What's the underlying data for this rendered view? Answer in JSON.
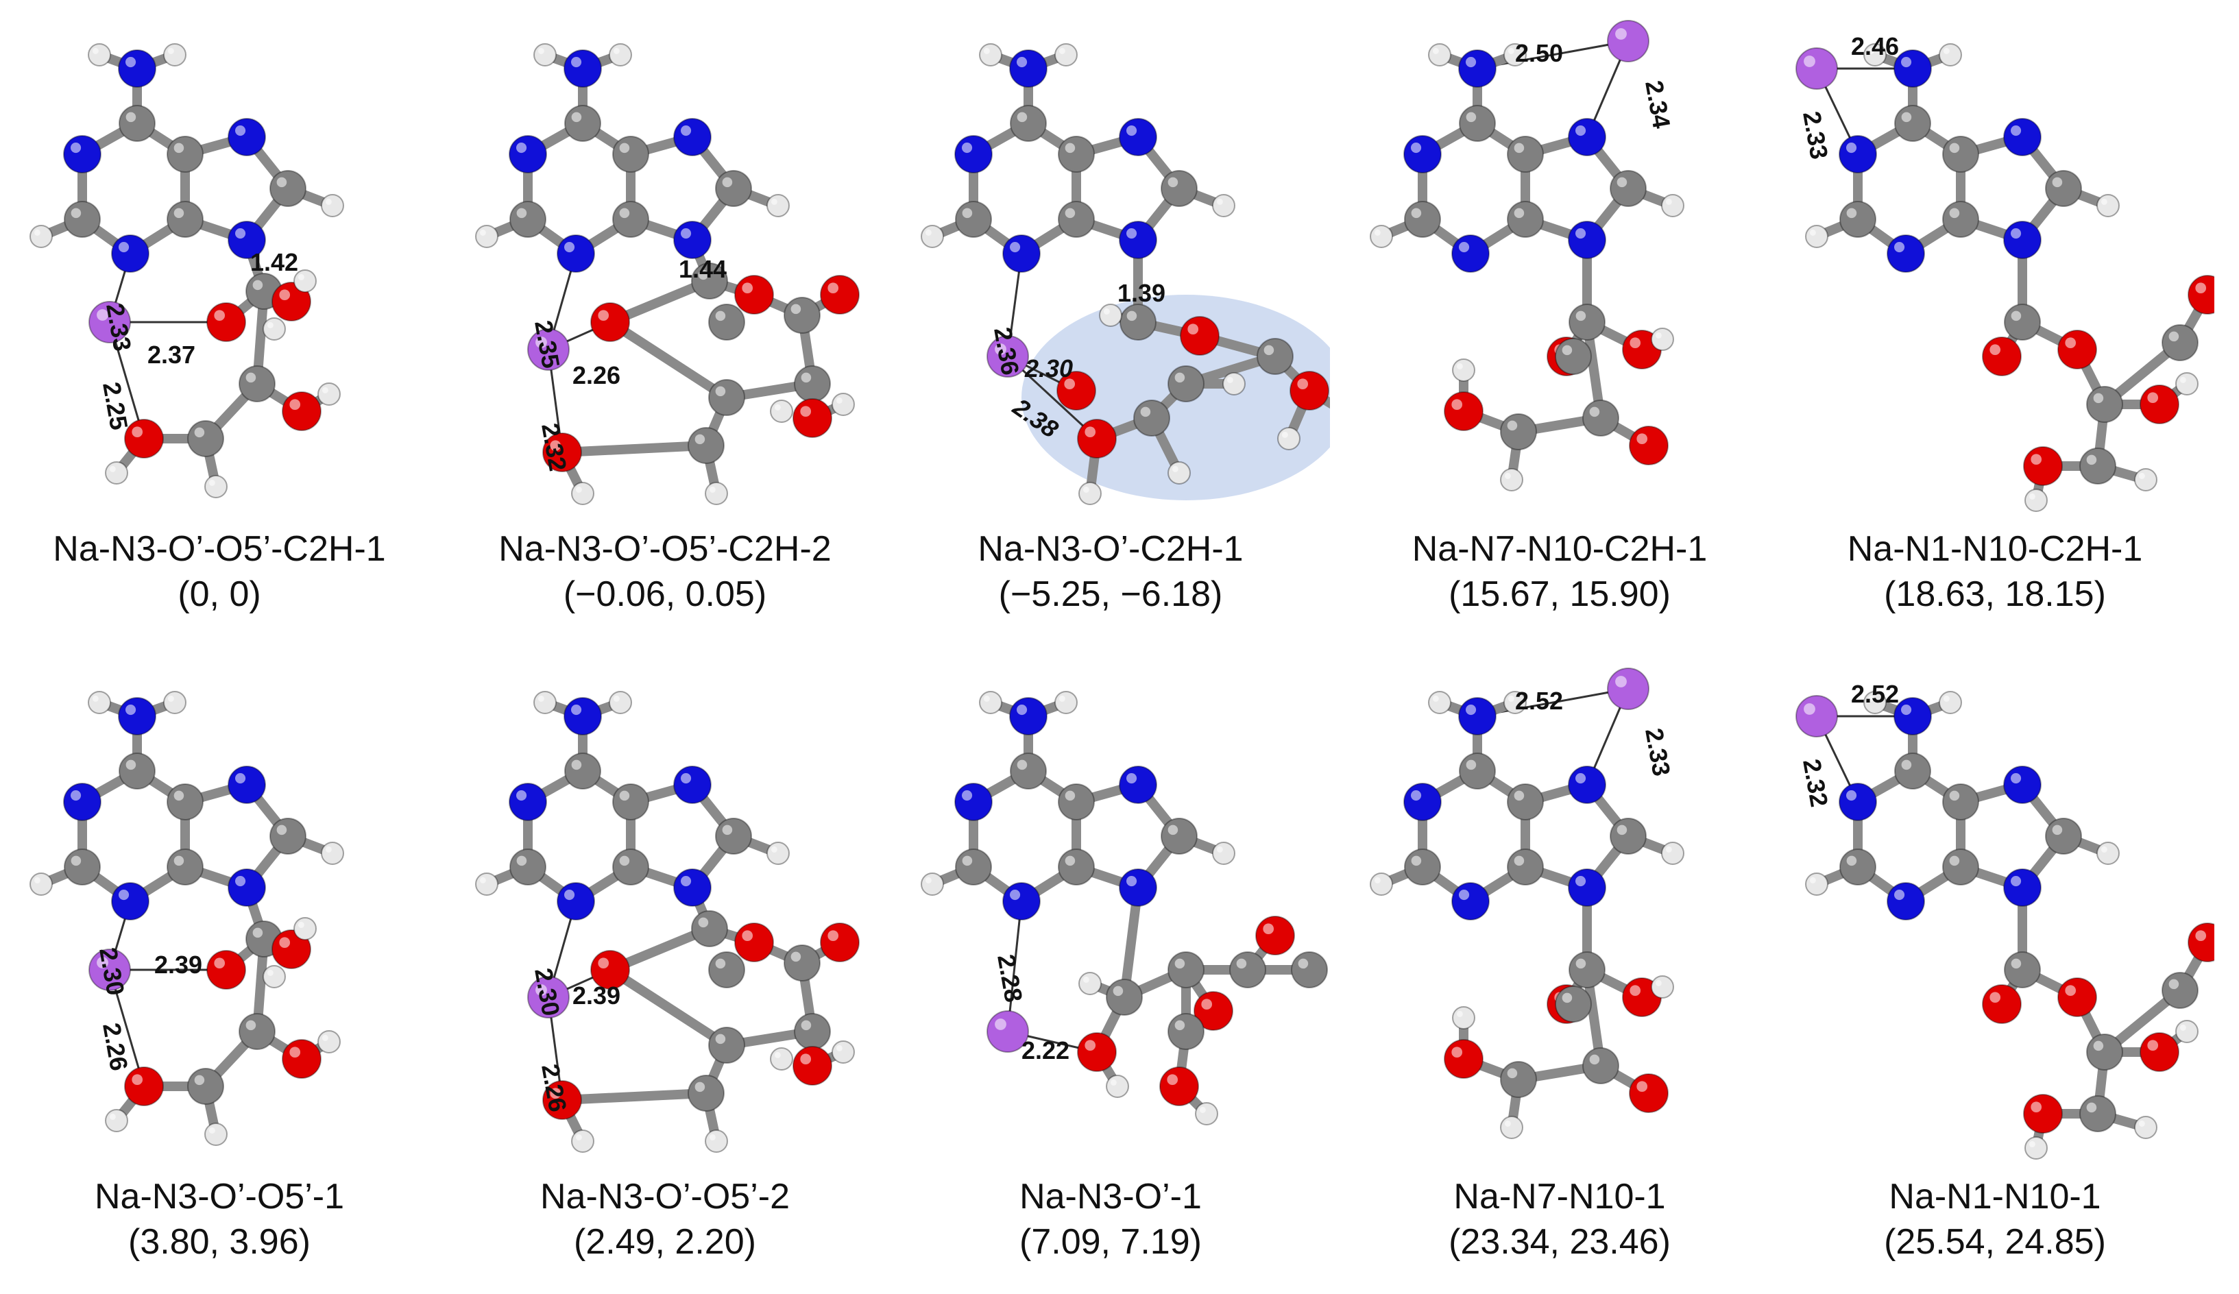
{
  "colors": {
    "carbon": "#808080",
    "nitrogen": "#1010d8",
    "oxygen": "#e00000",
    "hydrogen": "#e8e8e8",
    "sodium": "#b060e0",
    "highlight": "#c8d6ef"
  },
  "panels": [
    {
      "name": "Na-N3-O’-O5’-C2H-1",
      "energy": "(0, 0)",
      "distances": [
        "1.42",
        "2.33",
        "2.37",
        "2.25"
      ]
    },
    {
      "name": "Na-N3-O’-O5’-C2H-2",
      "energy": "(−0.06, 0.05)",
      "distances": [
        "1.44",
        "2.35",
        "2.26",
        "2.32"
      ]
    },
    {
      "name": "Na-N3-O’-C2H-1",
      "energy": "(−5.25, −6.18)",
      "distances": [
        "1.39",
        "2.36",
        "2.30",
        "2.38"
      ]
    },
    {
      "name": "Na-N7-N10-C2H-1",
      "energy": "(15.67, 15.90)",
      "distances": [
        "2.50",
        "2.34"
      ]
    },
    {
      "name": "Na-N1-N10-C2H-1",
      "energy": "(18.63, 18.15)",
      "distances": [
        "2.46",
        "2.33"
      ]
    },
    {
      "name": "Na-N3-O’-O5’-1",
      "energy": "(3.80, 3.96)",
      "distances": [
        "2.30",
        "2.39",
        "2.26"
      ]
    },
    {
      "name": "Na-N3-O’-O5’-2",
      "energy": "(2.49, 2.20)",
      "distances": [
        "2.30",
        "2.39",
        "2.26"
      ]
    },
    {
      "name": "Na-N3-O’-1",
      "energy": "(7.09, 7.19)",
      "distances": [
        "2.28",
        "2.22"
      ]
    },
    {
      "name": "Na-N7-N10-1",
      "energy": "(23.34, 23.46)",
      "distances": [
        "2.52",
        "2.33"
      ]
    },
    {
      "name": "Na-N1-N10-1",
      "energy": "(25.54, 24.85)",
      "distances": [
        "2.52",
        "2.32"
      ]
    }
  ]
}
